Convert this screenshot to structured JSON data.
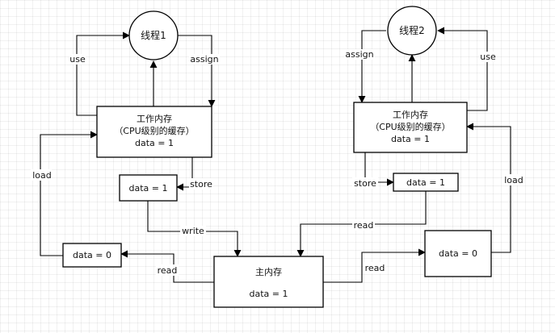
{
  "thread1": {
    "label": "线程1"
  },
  "thread2": {
    "label": "线程2"
  },
  "work_memory_left": {
    "line1": "工作内存",
    "line2": "（CPU级别的缓存）",
    "line3": "data = 1"
  },
  "work_memory_right": {
    "line1": "工作内存",
    "line2": "（CPU级别的缓存）",
    "line3": "data = 1"
  },
  "main_memory": {
    "line1": "主内存",
    "line2": "data = 1"
  },
  "boxes": {
    "left_store": "data = 1",
    "left_load": "data = 0",
    "right_store": "data = 1",
    "right_load": "data = 0"
  },
  "edges": {
    "use_left": "use",
    "assign_left": "assign",
    "store_left": "store",
    "write": "write",
    "load_left": "load",
    "read_left": "read",
    "assign_right": "assign",
    "use_right": "use",
    "store_right": "store",
    "read_top": "read",
    "read_right": "read",
    "load_right": "load"
  },
  "colors": {
    "stroke": "#000000",
    "fill": "#ffffff",
    "grid": "#e6e6e6"
  }
}
